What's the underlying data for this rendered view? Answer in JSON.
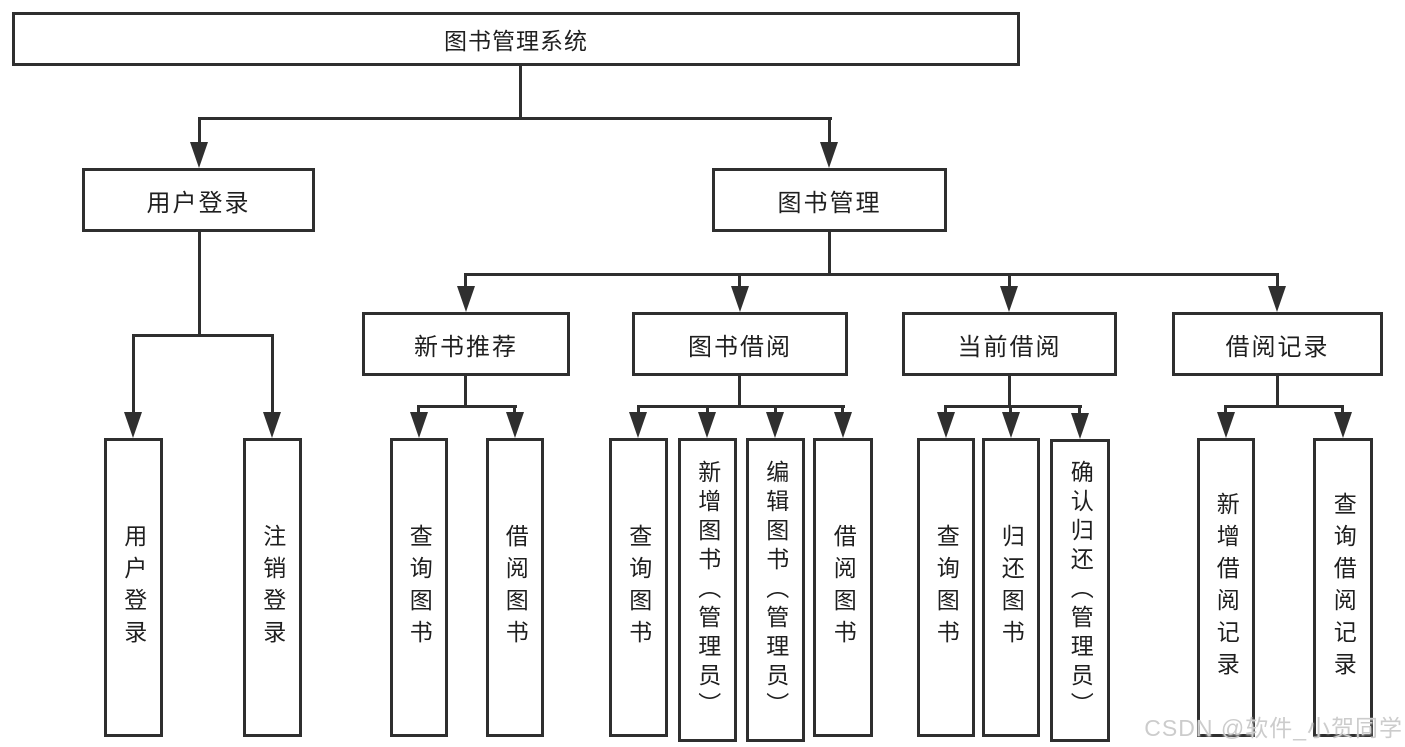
{
  "diagram": {
    "root": "图书管理系统",
    "level2": {
      "login": "用户登录",
      "management": "图书管理"
    },
    "level3": {
      "recommend": "新书推荐",
      "borrow": "图书借阅",
      "current": "当前借阅",
      "records": "借阅记录"
    },
    "leaves": {
      "login": [
        "用户登录",
        "注销登录"
      ],
      "recommend": [
        "查询图书",
        "借阅图书"
      ],
      "borrow": [
        "查询图书",
        "新增图书（管理员）",
        "编辑图书（管理员）",
        "借阅图书"
      ],
      "current": [
        "查询图书",
        "归还图书",
        "确认归还（管理员）"
      ],
      "records": [
        "新增借阅记录",
        "查询借阅记录"
      ]
    }
  },
  "watermark": {
    "text": "CSDN @软件_小贺同学",
    "color": "#cccccc"
  },
  "colors": {
    "line": "#2f2f2f",
    "text": "#1f1f1f",
    "background": "#ffffff"
  }
}
